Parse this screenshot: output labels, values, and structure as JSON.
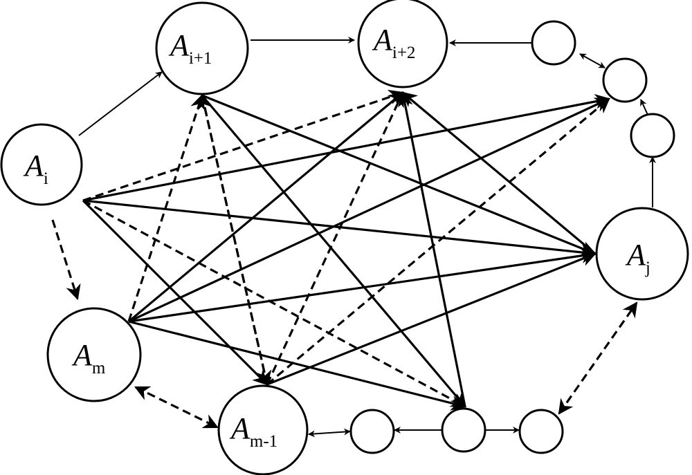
{
  "nodes": {
    "a_i": {
      "main": "A",
      "sub": "i"
    },
    "a_i1": {
      "main": "A",
      "sub": "i+1"
    },
    "a_i2": {
      "main": "A",
      "sub": "i+2"
    },
    "a_j": {
      "main": "A",
      "sub": "j"
    },
    "a_m": {
      "main": "A",
      "sub": "m"
    },
    "a_m1": {
      "main": "A",
      "sub": "m-1"
    }
  }
}
